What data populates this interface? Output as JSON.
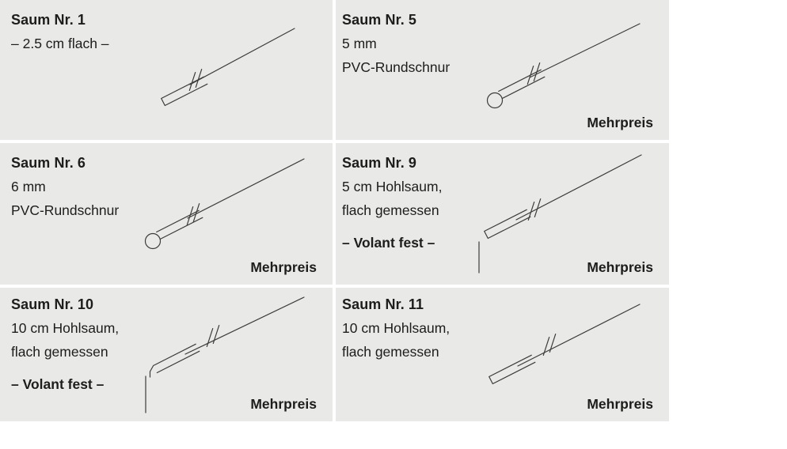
{
  "page": {
    "background": "#ffffff",
    "tile_background": "#e9e9e7",
    "text_color": "#1d1d1b",
    "line_color": "#3c3c3b"
  },
  "panels": [
    {
      "title": "Saum Nr. 1",
      "lines": [
        "– 2.5 cm flach –"
      ]
    },
    {
      "title": "Saum Nr. 5",
      "lines": [
        "5 mm",
        "PVC-Rundschnur"
      ],
      "mehrpreis": "Mehrpreis"
    },
    {
      "title": "Saum Nr. 6",
      "lines": [
        "6 mm",
        "PVC-Rundschnur"
      ],
      "mehrpreis": "Mehrpreis"
    },
    {
      "title": "Saum Nr. 9",
      "lines": [
        "5 cm Hohlsaum,",
        "flach gemessen"
      ],
      "volant": "– Volant fest –",
      "mehrpreis": "Mehrpreis"
    },
    {
      "title": "Saum Nr. 10",
      "lines": [
        "10 cm Hohlsaum,",
        "flach gemessen"
      ],
      "volant": "– Volant fest –",
      "mehrpreis": "Mehrpreis"
    },
    {
      "title": "Saum Nr. 11",
      "lines": [
        "10 cm Hohlsaum,",
        "flach gemessen"
      ],
      "mehrpreis": "Mehrpreis"
    }
  ]
}
